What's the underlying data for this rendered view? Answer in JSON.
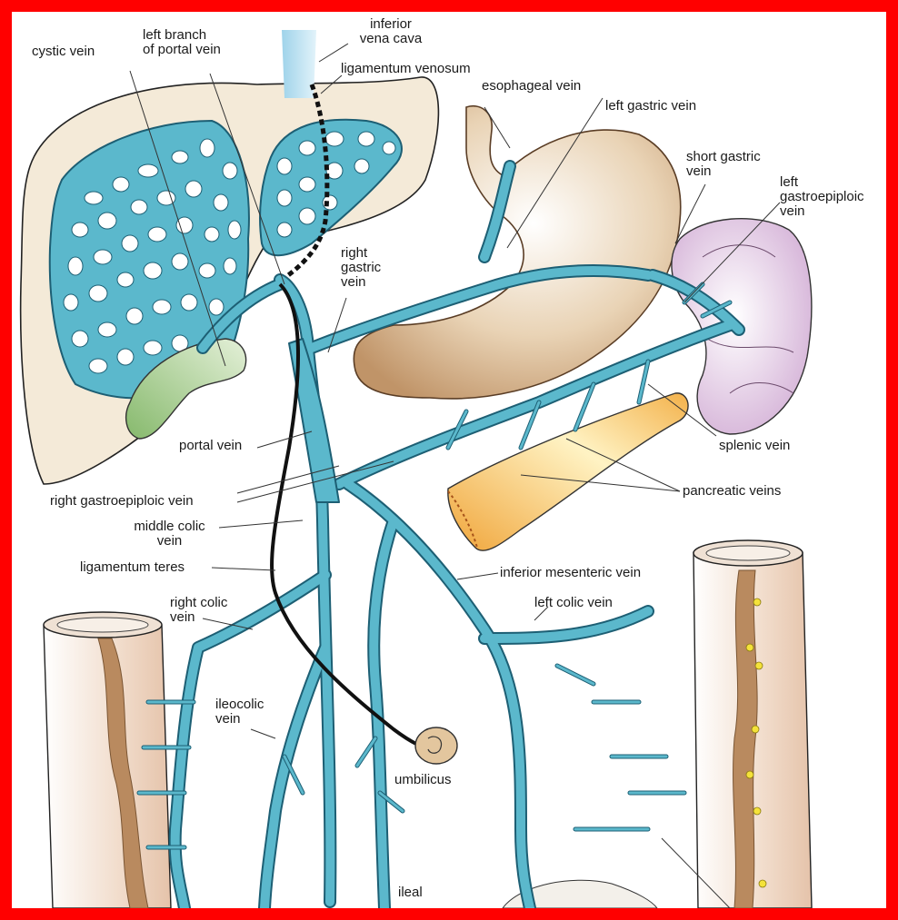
{
  "colors": {
    "frame": "#ff0000",
    "vein": "#5bb8cc",
    "vein_outline": "#1d5f74",
    "liver": "#f4ead8",
    "stomach": "#c9a67a",
    "spleen": "#dcc1dc",
    "pancreas": "#f0b545",
    "gallbladder": "#9fc98a",
    "colon": "#eed7c6",
    "colon_stripe": "#b98a5f",
    "ligament": "#111111",
    "umbilicus": "#e3c69e",
    "ivc": "#b9e0ef"
  },
  "labels": {
    "inferior_vena_cava": "inferior\nvena cava",
    "ligamentum_venosum": "ligamentum venosum",
    "left_branch_portal_vein": "left branch\nof portal vein",
    "cystic_vein": "cystic vein",
    "esophageal_vein": "esophageal vein",
    "left_gastric_vein": "left gastric vein",
    "short_gastric_vein": "short gastric\nvein",
    "left_gastroepiploic_vein": "left\ngastroepiploic\nvein",
    "right_gastric_vein": "right\ngastric\nvein",
    "portal_vein": "portal vein",
    "splenic_vein": "splenic vein",
    "right_gastroepiploic_vein": "right gastroepiploic vein",
    "pancreatic_veins": "pancreatic veins",
    "middle_colic_vein": "middle colic\nvein",
    "ligamentum_teres": "ligamentum teres",
    "inferior_mesenteric_vein": "inferior mesenteric vein",
    "right_colic_vein": "right colic\nvein",
    "left_colic_vein": "left colic vein",
    "ileocolic_vein": "ileocolic\nvein",
    "umbilicus": "umbilicus",
    "ileal": "ileal"
  }
}
